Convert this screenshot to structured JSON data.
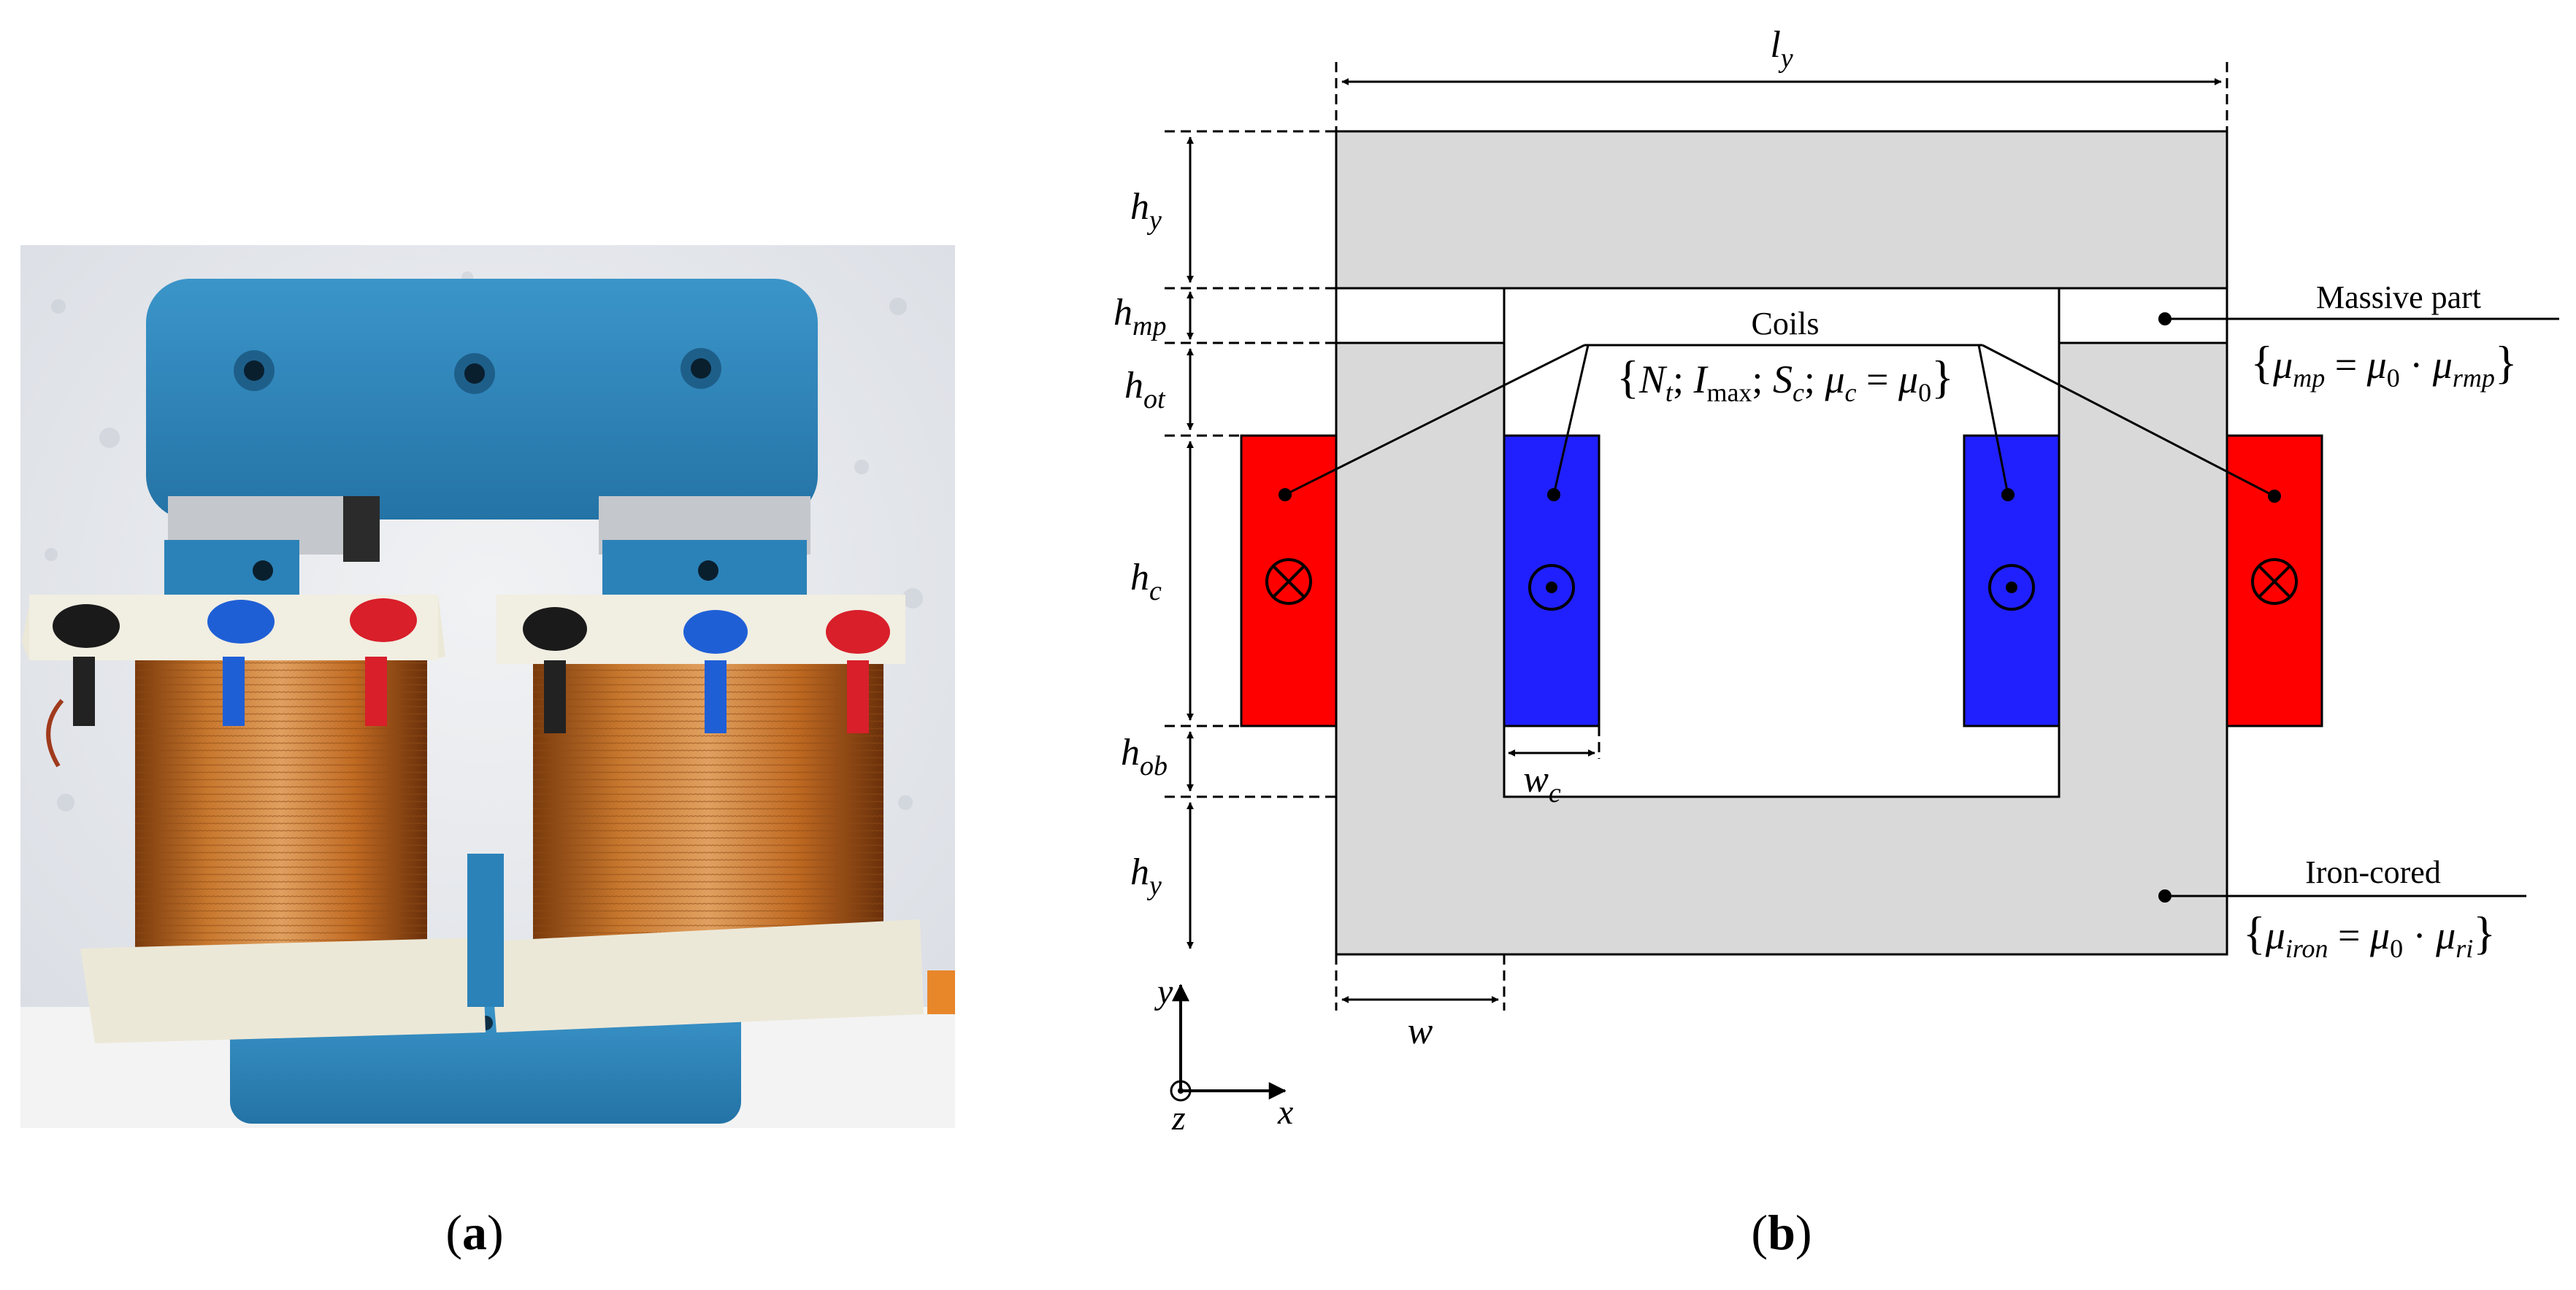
{
  "panel_a": {
    "caption_open": "(",
    "caption_letter": "a",
    "caption_close": ")",
    "photo_colors": {
      "wall": "#e6e9ee",
      "core_blue": "#2b82b8",
      "core_blue_dark": "#1e5f8a",
      "bobbin": "#ece8d8",
      "copper": "#c8782e",
      "copper_dark": "#8e4a14",
      "terminal_black": "#1a1a1a",
      "terminal_blue": "#1f5fd6",
      "terminal_red": "#d81f2a",
      "metal": "#b9bcc2"
    }
  },
  "panel_b": {
    "caption_open": "(",
    "caption_letter": "b",
    "caption_close": ")",
    "colors": {
      "iron": "#d9d9d9",
      "coil_out": "#ff0000",
      "coil_in": "#2020ff",
      "line": "#000000"
    },
    "labels": {
      "ly_base": "l",
      "ly_sub": "y",
      "hy_top_base": "h",
      "hy_top_sub": "y",
      "hmp_base": "h",
      "hmp_sub": "mp",
      "hot_base": "h",
      "hot_sub": "ot",
      "hc_base": "h",
      "hc_sub": "c",
      "hob_base": "h",
      "hob_sub": "ob",
      "hy_bot_base": "h",
      "hy_bot_sub": "y",
      "w": "w",
      "wc_base": "w",
      "wc_sub": "c",
      "axis_x": "x",
      "axis_y": "y",
      "axis_z": "z"
    },
    "annotations": {
      "coils_title": "Coils",
      "coils_params": {
        "open": "{",
        "nt_base": "N",
        "nt_sub": "t",
        "sep1": "; ",
        "imax_base": "I",
        "imax_sub": "max",
        "sep2": "; ",
        "sc_base": "S",
        "sc_sub": "c",
        "sep3": "; ",
        "mu_c_base": "μ",
        "mu_c_sub": "c",
        "eq": " = ",
        "mu0_base": "μ",
        "mu0_sub": "0",
        "close": "}"
      },
      "massive_title": "Massive part",
      "massive_params": {
        "open": "{",
        "mu_mp_base": "μ",
        "mu_mp_sub": "mp",
        "eq": " = ",
        "mu0_base": "μ",
        "mu0_sub": "0",
        "dot": " · ",
        "mu_rmp_base": "μ",
        "mu_rmp_sub": "rmp",
        "close": "}"
      },
      "iron_title": "Iron-cored",
      "iron_params": {
        "open": "{",
        "mu_iron_base": "μ",
        "mu_iron_sub": "iron",
        "eq": " = ",
        "mu0_base": "μ",
        "mu0_sub": "0",
        "dot": " · ",
        "mu_ri_base": "μ",
        "mu_ri_sub": "ri",
        "close": "}"
      }
    },
    "symbols": {
      "into_page": "current-into-page-symbol",
      "out_of_page": "current-out-of-page-symbol"
    }
  }
}
